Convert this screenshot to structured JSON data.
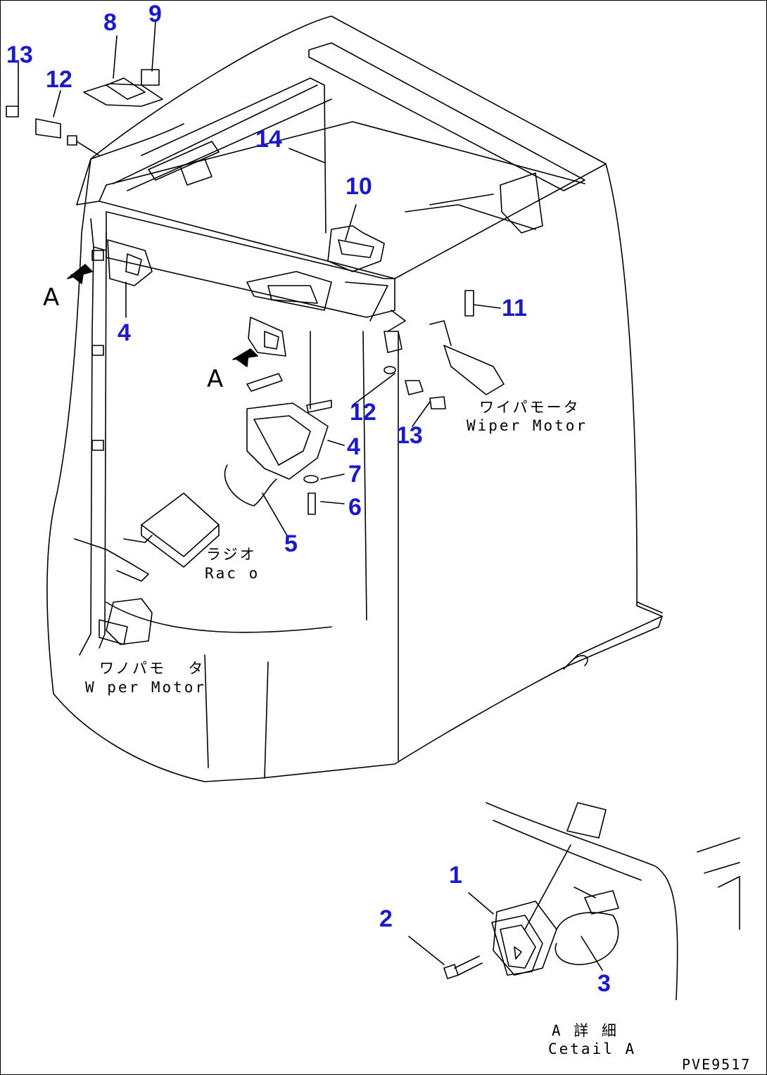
{
  "callouts": {
    "c1": "1",
    "c2": "2",
    "c3": "3",
    "c4a": "4",
    "c4b": "4",
    "c5": "5",
    "c6": "6",
    "c7": "7",
    "c8": "8",
    "c9": "9",
    "c10": "10",
    "c11": "11",
    "c12a": "12",
    "c12b": "12",
    "c13a": "13",
    "c13b": "13",
    "c14": "14"
  },
  "annotations": {
    "wiper_top_jp": "ワイパモータ",
    "wiper_top_en": "Wiper Motor",
    "wiper_bottom_jp": "ワノパモ  タ",
    "wiper_bottom_en": "W per Motor",
    "radio_jp": "ラジオ",
    "radio_en": "Rac o",
    "detail_jp": "A 詳 細",
    "detail_en": "Cetail A",
    "view_a_left": "A",
    "view_a_mid": "A"
  },
  "drawing_code": "PVE9517",
  "colors": {
    "callout": "#1a1acc",
    "line": "#000000"
  }
}
